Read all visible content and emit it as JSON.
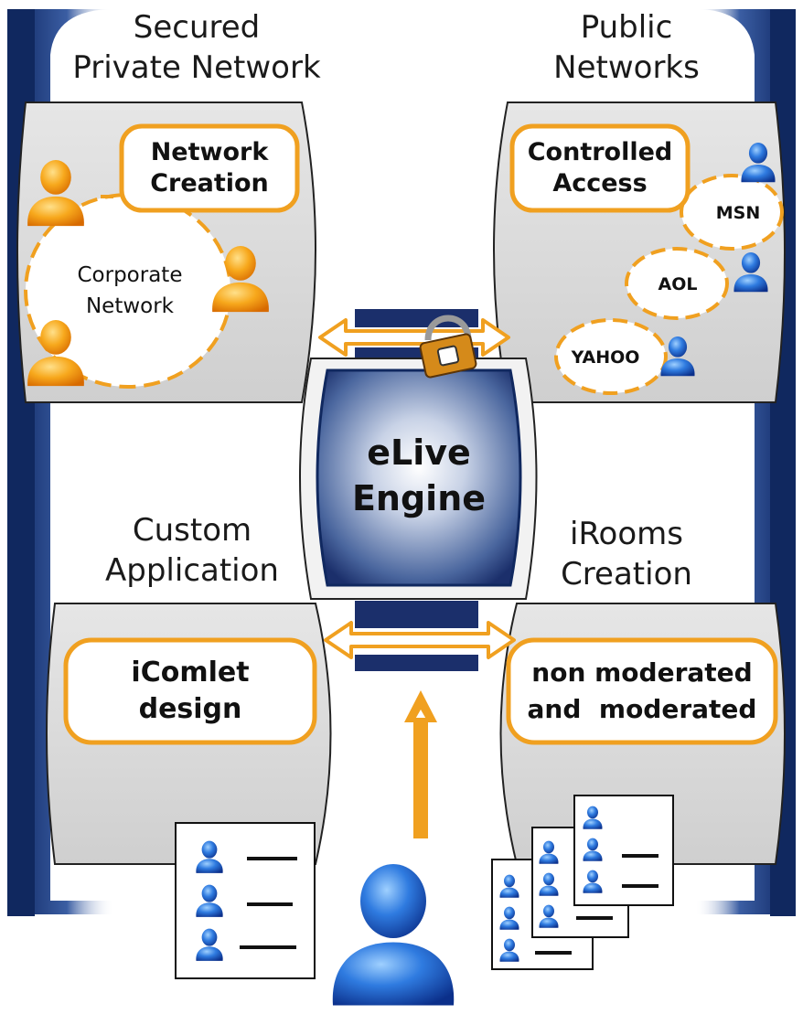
{
  "quadrants": {
    "secured": {
      "line1": "Secured",
      "line2": "Private Network"
    },
    "public": {
      "line1": "Public",
      "line2": "Networks"
    },
    "custom": {
      "line1": "Custom",
      "line2": "Application"
    },
    "irooms": {
      "line1": "iRooms",
      "line2": "Creation"
    }
  },
  "features": {
    "network_creation": {
      "line1": "Network",
      "line2": "Creation"
    },
    "controlled_access": {
      "line1": "Controlled",
      "line2": "Access"
    },
    "icomlet": {
      "line1": "iComlet",
      "line2": "design"
    },
    "moderated": {
      "line1": "non moderated",
      "line2": "and  moderated"
    }
  },
  "corporate_network": {
    "line1": "Corporate",
    "line2": "Network"
  },
  "public_networks": [
    "MSN",
    "AOL",
    "YAHOO"
  ],
  "engine": {
    "line1": "eLive",
    "line2": "Engine"
  },
  "colors": {
    "navy": "#1b2f6b",
    "orange": "#f0a020",
    "panel_gray": "#dcdcdc",
    "user_blue": "#2a6fd0",
    "user_orange": "#f29a12"
  },
  "icons": [
    "user-icon",
    "lock-icon",
    "list-document-icon"
  ]
}
